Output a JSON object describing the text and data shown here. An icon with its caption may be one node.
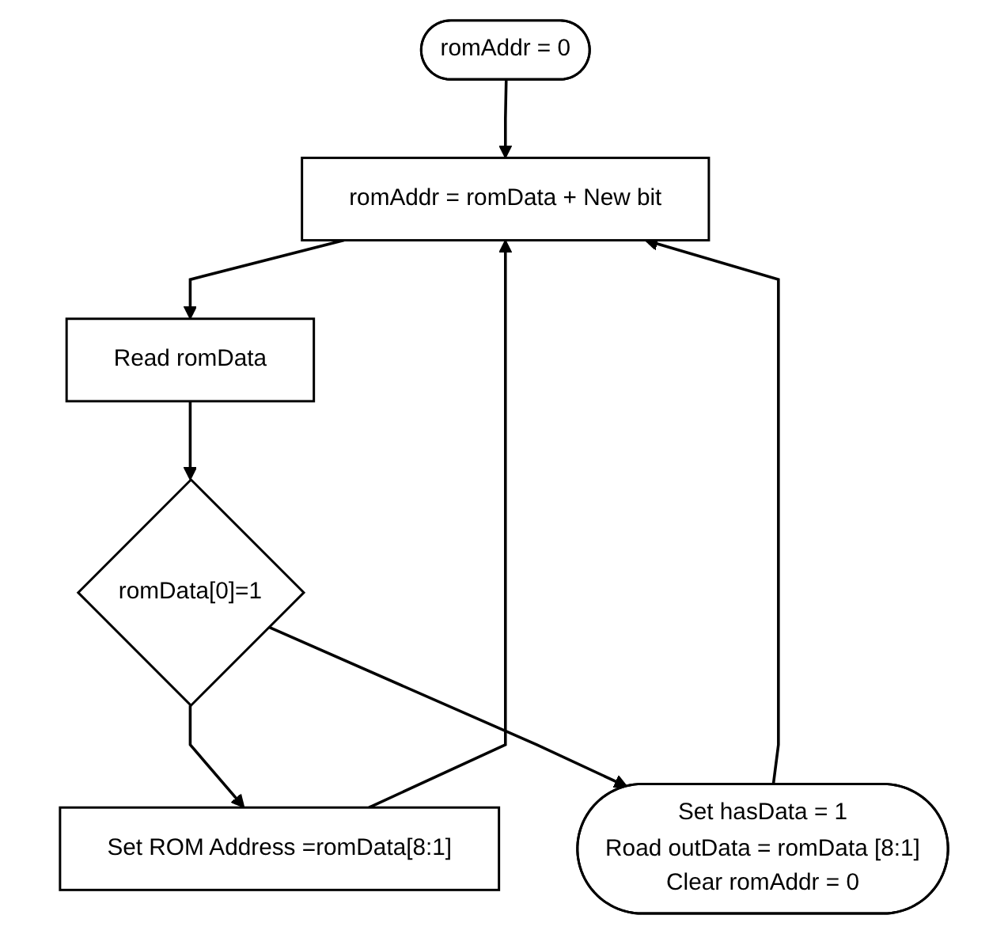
{
  "diagram": {
    "nodes": [
      {
        "text": [
          "romAddr = 0"
        ]
      },
      {
        "text": [
          "romAddr = romData + New bit"
        ]
      },
      {
        "text": [
          "Read romData"
        ]
      },
      {
        "text": [
          "romData[0]=1"
        ]
      },
      {
        "text": [
          "Set ROM Address =romData[8:1]"
        ]
      },
      {
        "text": [
          "Set hasData = 1",
          "Road outData = romData [8:1]",
          "Clear romAddr = 0"
        ]
      }
    ],
    "edges": [
      {
        "from": 0,
        "to": 1,
        "arrow": "to"
      },
      {
        "from": 1,
        "to": 2,
        "arrow": "to"
      },
      {
        "from": 2,
        "to": 3,
        "arrow": "to"
      },
      {
        "from": 3,
        "to": 4,
        "arrow": "to"
      },
      {
        "from": 3,
        "to": 5,
        "arrow": "to"
      },
      {
        "from": 4,
        "to": 1,
        "arrow": "to"
      },
      {
        "from": 5,
        "to": 1,
        "arrow": "to"
      }
    ]
  }
}
